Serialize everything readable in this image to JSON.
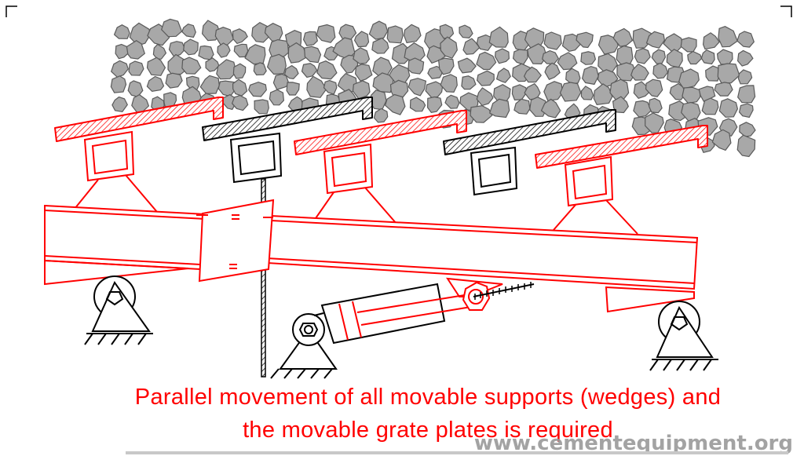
{
  "caption": {
    "line1": "Parallel movement of all movable supports (wedges) and",
    "line2": "the movable grate plates is required"
  },
  "watermark": "www.cementequipment.org",
  "colors": {
    "movable": "#ff0000",
    "fixed": "#000000",
    "clinker": "#808080"
  }
}
